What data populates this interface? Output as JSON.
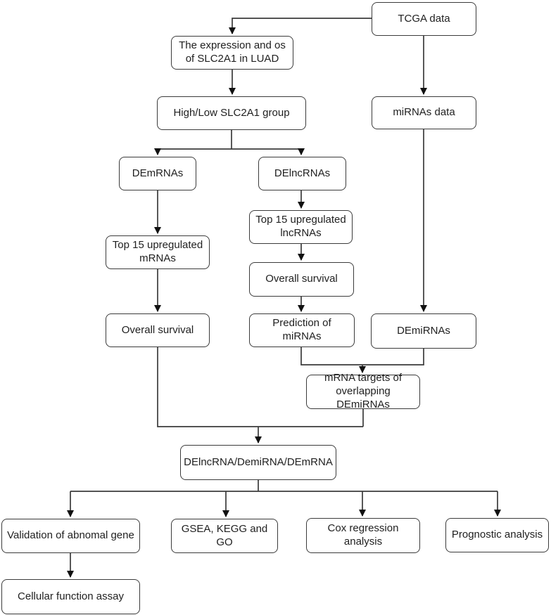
{
  "diagram": {
    "type": "flowchart",
    "colors": {
      "background": "#ffffff",
      "box_fill": "#ffffff",
      "box_border": "#3b3b3b",
      "line": "#3b3b3b",
      "arrowhead": "#111111",
      "text": "#212121"
    },
    "nodes": {
      "tcga": {
        "label": "TCGA data"
      },
      "expression": {
        "label": "The expression and os of SLC2A1 in LUAD"
      },
      "highlow": {
        "label": "High/Low SLC2A1 group"
      },
      "mirnas_data": {
        "label": "miRNAs data"
      },
      "demrnas": {
        "label": "DEmRNAs"
      },
      "delncrnas": {
        "label": "DElncRNAs"
      },
      "top15_mrnas": {
        "label": "Top 15 upregulated mRNAs"
      },
      "top15_lncrnas": {
        "label": "Top 15 upregulated lncRNAs"
      },
      "os_left": {
        "label": "Overall survival"
      },
      "os_right": {
        "label": "Overall survival"
      },
      "prediction_mirnas": {
        "label": "Prediction of miRNAs"
      },
      "demirnas": {
        "label": "DEmiRNAs"
      },
      "mrna_targets": {
        "label": "mRNA targets of overlapping DEmiRNAs"
      },
      "combined": {
        "label": "DElncRNA/DemiRNA/DEmRNA"
      },
      "validation": {
        "label": "Validation of abnomal gene"
      },
      "gsea": {
        "label": "GSEA, KEGG and GO"
      },
      "cox": {
        "label": "Cox regression analysis"
      },
      "prognostic": {
        "label": "Prognostic analysis"
      },
      "cellular": {
        "label": "Cellular function assay"
      }
    },
    "edges": [
      "tcga -> expression",
      "expression -> highlow",
      "tcga -> mirnas_data",
      "mirnas_data -> demirnas",
      "highlow -> demrnas",
      "highlow -> delncrnas",
      "demrnas -> top15_mrnas",
      "top15_mrnas -> os_left",
      "delncrnas -> top15_lncrnas",
      "top15_lncrnas -> os_right",
      "os_right -> prediction_mirnas",
      "prediction_mirnas + demirnas -> mrna_targets",
      "os_left + mrna_targets -> combined",
      "combined -> validation",
      "combined -> gsea",
      "combined -> cox",
      "combined -> prognostic",
      "validation -> cellular"
    ]
  }
}
